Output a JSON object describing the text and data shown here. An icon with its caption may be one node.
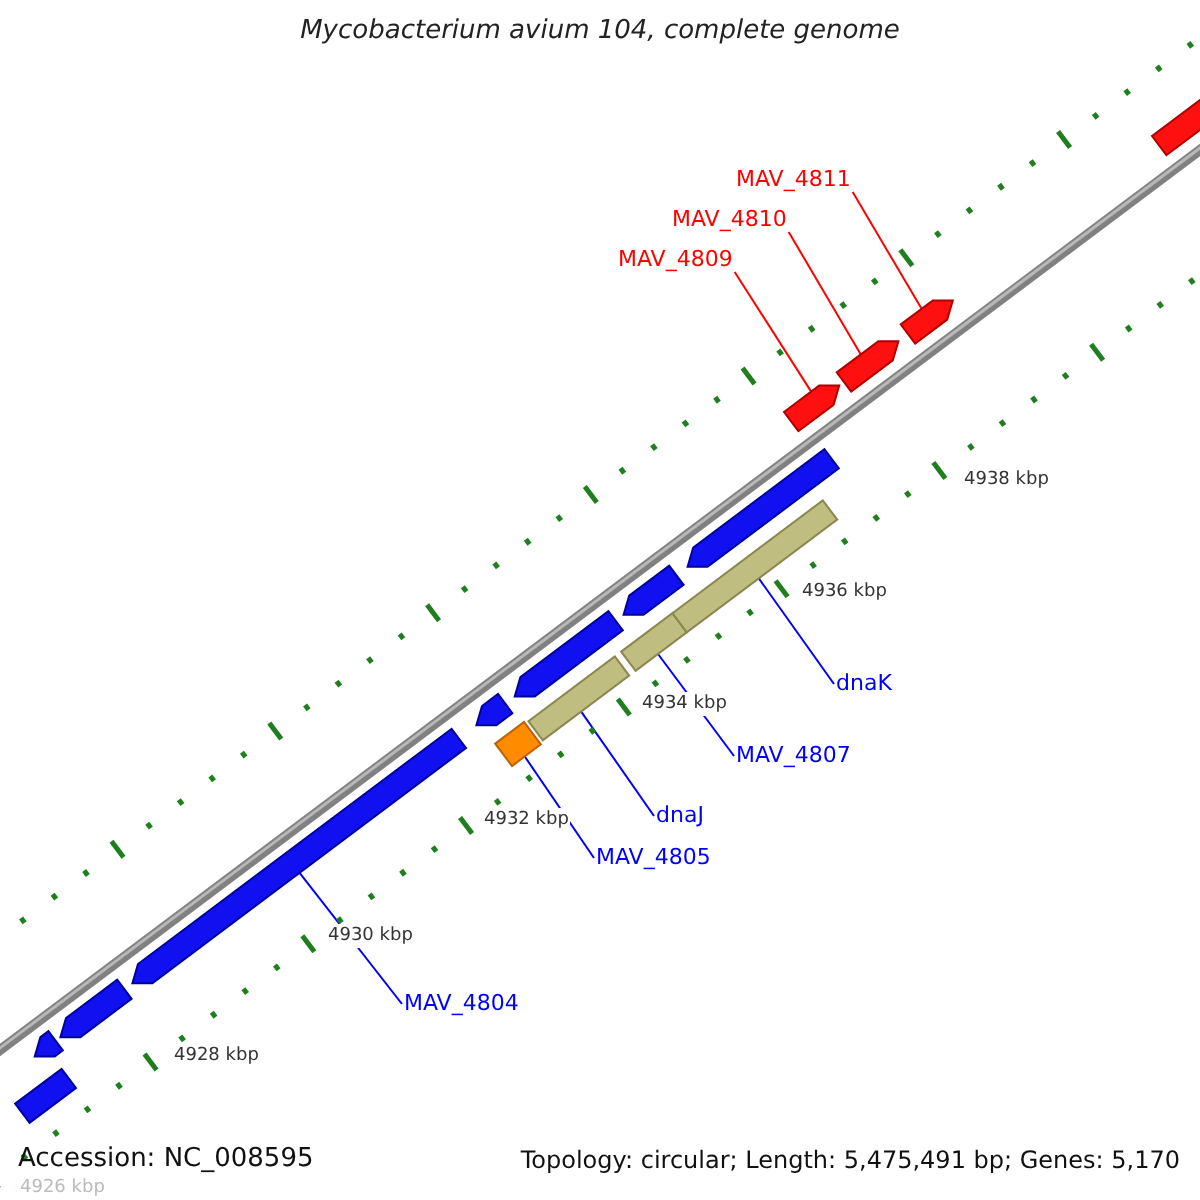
{
  "diagram": {
    "title": "Mycobacterium avium 104, complete genome",
    "nodes": [
      {
        "text": [
          "MAV_4811"
        ]
      },
      {
        "text": [
          "MAV_4810"
        ]
      },
      {
        "text": [
          "MAV_4809"
        ]
      },
      {
        "text": [
          "dnaK"
        ]
      },
      {
        "text": [
          "MAV_4807"
        ]
      },
      {
        "text": [
          "dnaJ"
        ]
      },
      {
        "text": [
          "MAV_4805"
        ]
      },
      {
        "text": [
          "MAV_4804"
        ]
      },
      {
        "text": [],
        "shape": "arrow"
      },
      {
        "text": [],
        "shape": "bar"
      },
      {
        "text": [],
        "shape": "arrow"
      },
      {
        "text": [],
        "shape": "arrow"
      },
      {
        "text": [],
        "shape": "arrow"
      },
      {
        "text": [],
        "shape": "box"
      },
      {
        "text": [],
        "shape": "bar"
      },
      {
        "text": [],
        "shape": "arrow"
      },
      {
        "text": [],
        "shape": "bar"
      },
      {
        "text": [],
        "shape": "arrow"
      },
      {
        "text": [],
        "shape": "bar"
      },
      {
        "text": [],
        "shape": "arrow"
      },
      {
        "text": [],
        "shape": "arrow"
      },
      {
        "text": [],
        "shape": "arrow"
      },
      {
        "text": [],
        "shape": "arrow"
      },
      {
        "text": [],
        "shape": "arrow"
      }
    ],
    "edges": [
      {
        "from": 0,
        "to": 22,
        "arrow": "none",
        "color": "#ff0000"
      },
      {
        "from": 1,
        "to": 21,
        "arrow": "none",
        "color": "#ff0000"
      },
      {
        "from": 2,
        "to": 20,
        "arrow": "none",
        "color": "#ff0000"
      },
      {
        "from": 3,
        "to": 18,
        "arrow": "none"
      },
      {
        "from": 4,
        "to": 16,
        "arrow": "none"
      },
      {
        "from": 5,
        "to": 14,
        "arrow": "none"
      },
      {
        "from": 6,
        "to": 13,
        "arrow": "none"
      },
      {
        "from": 7,
        "to": 11,
        "arrow": "none"
      }
    ],
    "labels": [
      "4938 kbp",
      "4936 kbp",
      "4934 kbp",
      "4932 kbp",
      "4930 kbp",
      "4928 kbp",
      "Accession: NC_008595",
      "Topology: circular; Length: 5,475,491 bp; Genes: 5,170",
      "4926 kbp"
    ]
  }
}
